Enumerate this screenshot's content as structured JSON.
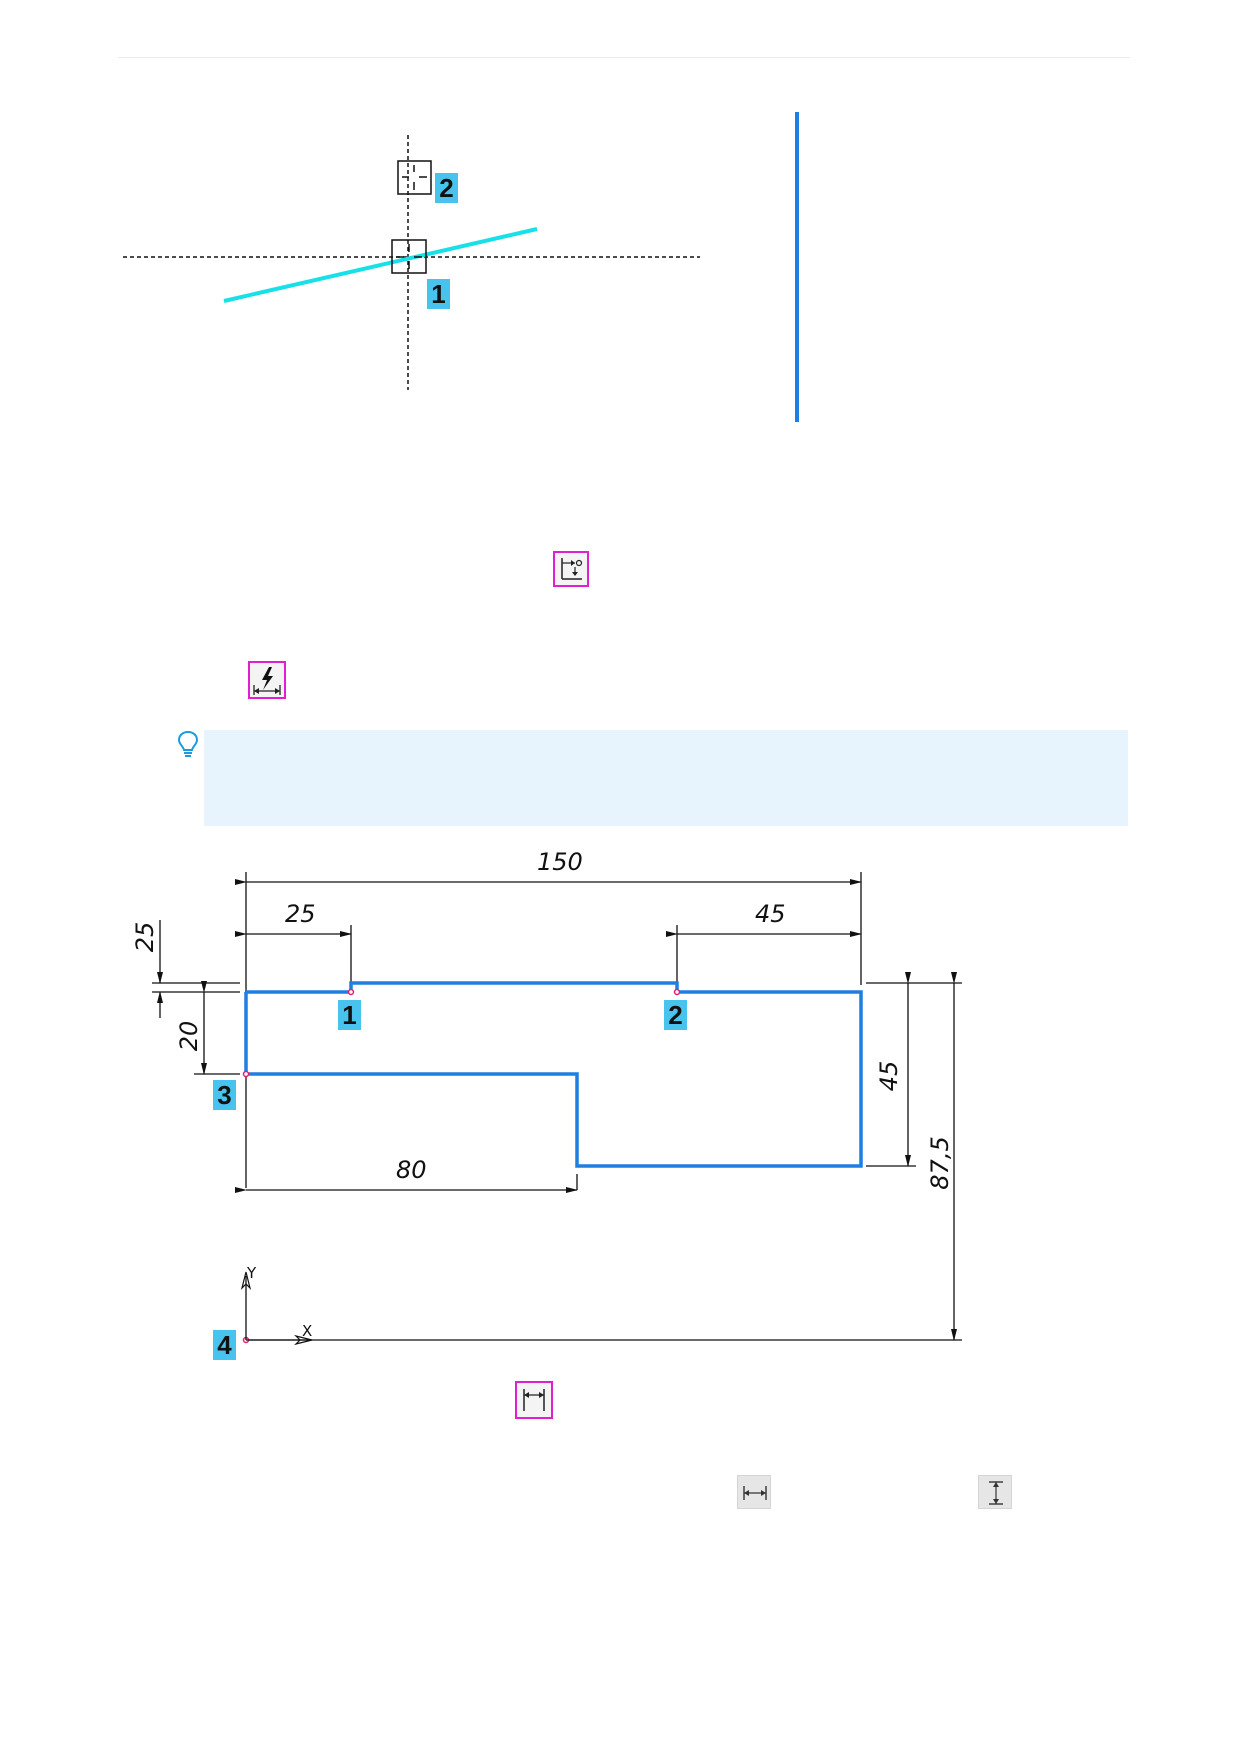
{
  "figure1": {
    "labels": [
      "1",
      "2"
    ]
  },
  "drawing": {
    "dimensions": {
      "overall_width": "150",
      "left_offset": "25",
      "right_offset": "45",
      "top_step": "25",
      "left_height": "20",
      "right_height": "45",
      "total_height": "87,5",
      "bottom_width": "80"
    },
    "point_labels": [
      "1",
      "2",
      "3",
      "4"
    ],
    "axis_x": "X",
    "axis_y": "Y"
  },
  "icons": {
    "toolbar_icon_1": "dimension-from-point-icon",
    "toolbar_icon_2": "quick-dimension-icon",
    "tip_icon": "lightbulb-icon",
    "toolbar_icon_3": "linear-dimension-icon",
    "toolbar_icon_4": "horizontal-dimension-icon",
    "toolbar_icon_5": "vertical-dimension-icon"
  },
  "colors": {
    "highlight_label": "#47c3ee",
    "contour": "#1f7fe0",
    "cyan_line": "#17e0e8",
    "button_frame": "#e020d0",
    "tip_background": "#e7f4fd"
  }
}
